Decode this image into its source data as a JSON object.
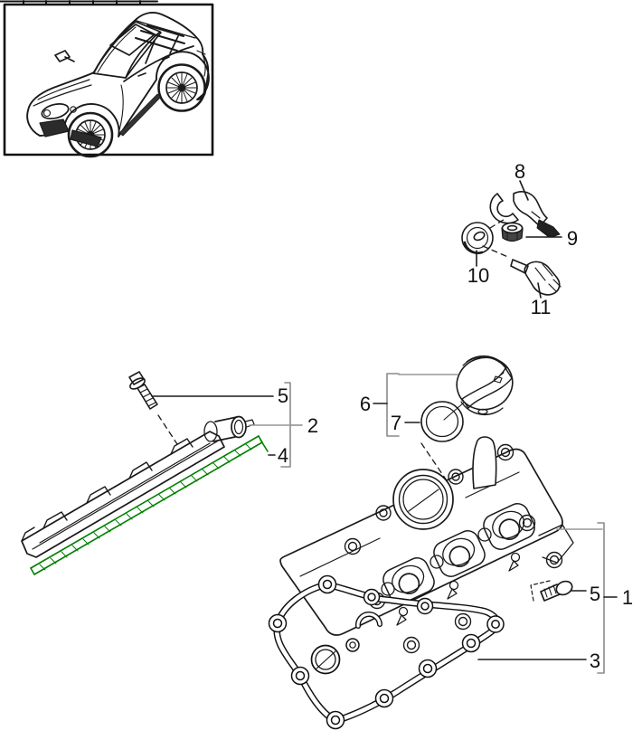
{
  "figure": {
    "type": "parts-diagram",
    "colors": {
      "line": "#1a1a1a",
      "gasket_green": "#008000",
      "leader_gray": "#999999",
      "bracket_gray": "#8a8a8a"
    },
    "callouts": [
      {
        "label": "8",
        "part": "retaining-fork"
      },
      {
        "label": "9",
        "part": "nut"
      },
      {
        "label": "10",
        "part": "grommet"
      },
      {
        "label": "11",
        "part": "temperature-sensor"
      },
      {
        "label": "5",
        "part": "screw-baffle"
      },
      {
        "label": "2",
        "part": "oil-baffle"
      },
      {
        "label": "4",
        "part": "gasket-strip"
      },
      {
        "label": "6",
        "part": "oil-filler-cap"
      },
      {
        "label": "7",
        "part": "sealing-ring"
      },
      {
        "label": "5",
        "part": "screw-cover"
      },
      {
        "label": "1",
        "part": "valve-cover"
      },
      {
        "label": "3",
        "part": "valve-cover-gasket"
      }
    ]
  }
}
